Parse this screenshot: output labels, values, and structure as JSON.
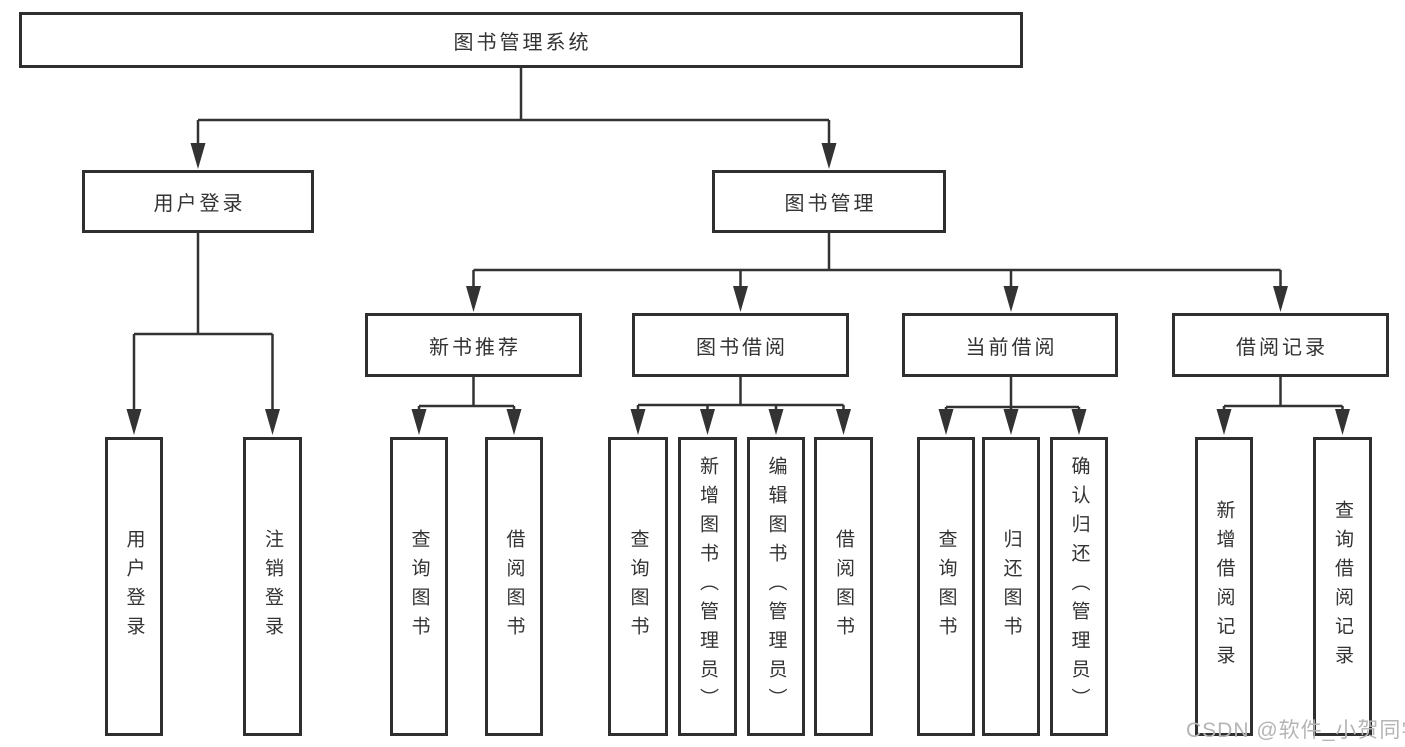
{
  "diagram_title": "图书管理系统",
  "tree": {
    "root": {
      "label": "图书管理系统"
    },
    "children": [
      {
        "label": "用户登录",
        "children": [
          {
            "label": "用户登录"
          },
          {
            "label": "注销登录"
          }
        ]
      },
      {
        "label": "图书管理",
        "children": [
          {
            "label": "新书推荐",
            "children": [
              {
                "label": "查询图书"
              },
              {
                "label": "借阅图书"
              }
            ]
          },
          {
            "label": "图书借阅",
            "children": [
              {
                "label": "查询图书"
              },
              {
                "label": "新增图书（管理员）"
              },
              {
                "label": "编辑图书（管理员）"
              },
              {
                "label": "借阅图书"
              }
            ]
          },
          {
            "label": "当前借阅",
            "children": [
              {
                "label": "查询图书"
              },
              {
                "label": "归还图书"
              },
              {
                "label": "确认归还（管理员）"
              }
            ]
          },
          {
            "label": "借阅记录",
            "children": [
              {
                "label": "新增借阅记录"
              },
              {
                "label": "查询借阅记录"
              }
            ]
          }
        ]
      }
    ]
  },
  "watermark": {
    "text": "CSDN @软件_小贺同学"
  },
  "colors": {
    "box_border": "#2f2f2f",
    "connector_line": "#333333",
    "text": "#333333",
    "watermark": "#b5b5b5",
    "background": "#ffffff"
  }
}
